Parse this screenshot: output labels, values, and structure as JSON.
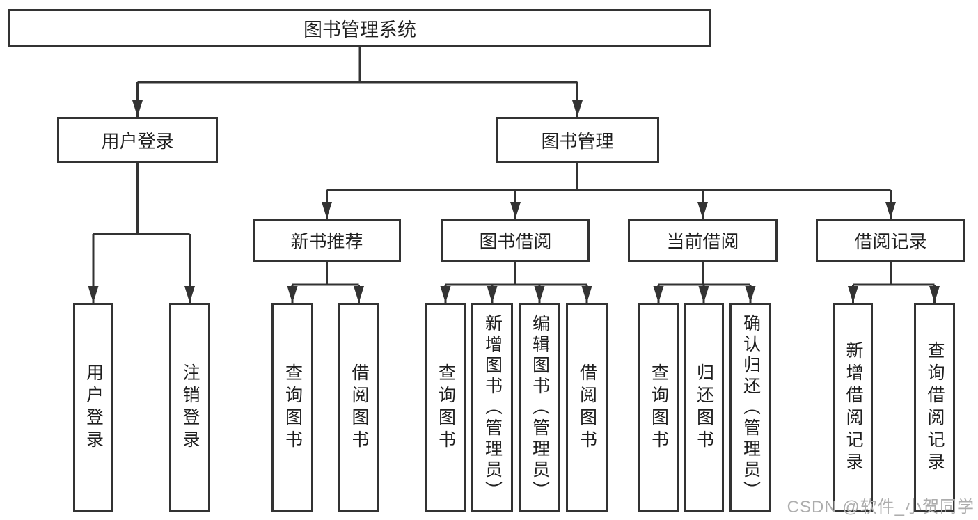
{
  "nodes": {
    "root": {
      "label": "图书管理系统"
    },
    "level2": [
      {
        "id": "user-login",
        "label": "用户登录"
      },
      {
        "id": "book-management",
        "label": "图书管理"
      }
    ],
    "level3": [
      {
        "id": "new-book-recommend",
        "label": "新书推荐"
      },
      {
        "id": "book-borrowing",
        "label": "图书借阅"
      },
      {
        "id": "current-borrowing",
        "label": "当前借阅"
      },
      {
        "id": "borrowing-records",
        "label": "借阅记录"
      }
    ],
    "leaves": [
      {
        "id": "user-login-func",
        "label": "用户登录"
      },
      {
        "id": "logout-func",
        "label": "注销登录"
      },
      {
        "id": "query-books-recommend",
        "label": "查询图书"
      },
      {
        "id": "borrow-books-recommend",
        "label": "借阅图书"
      },
      {
        "id": "query-books-borrowing",
        "label": "查询图书"
      },
      {
        "id": "add-books-admin",
        "label": "新增图书（管理员）"
      },
      {
        "id": "edit-books-admin",
        "label": "编辑图书（管理员）"
      },
      {
        "id": "borrow-books-borrowing",
        "label": "借阅图书"
      },
      {
        "id": "query-books-current",
        "label": "查询图书"
      },
      {
        "id": "return-books",
        "label": "归还图书"
      },
      {
        "id": "confirm-return-admin",
        "label": "确认归还（管理员）"
      },
      {
        "id": "add-borrow-record",
        "label": "新增借阅记录"
      },
      {
        "id": "query-borrow-record",
        "label": "查询借阅记录"
      }
    ]
  },
  "watermark": {
    "text": "CSDN @软件_小贺同学"
  },
  "colors": {
    "line": "#333333",
    "text": "#1f1f1f",
    "background": "#ffffff",
    "watermark": "#adadad"
  }
}
